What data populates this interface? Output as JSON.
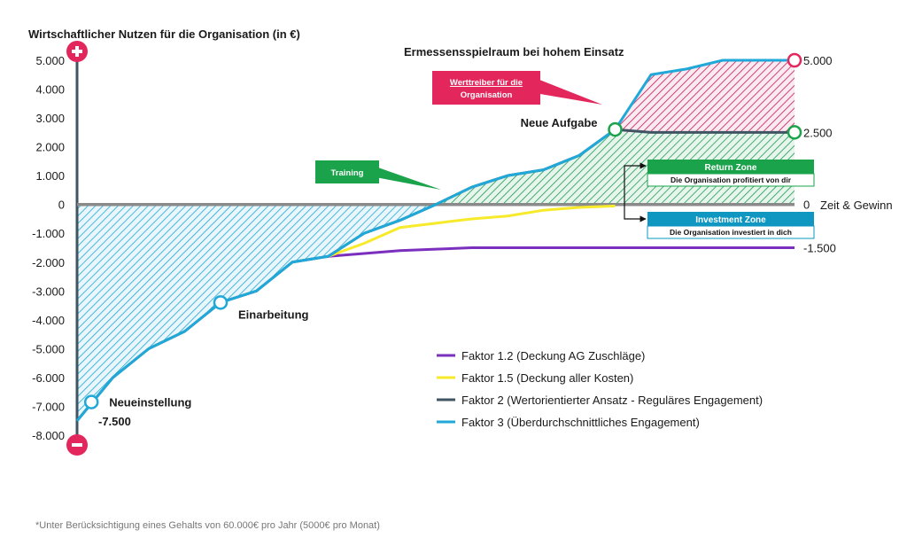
{
  "chart_data": {
    "type": "line",
    "ylabel": "Wirtschaftlicher Nutzen für die Organisation (in €)",
    "xlabel": "Zeit & Gewinn",
    "ylim": [
      -8000,
      5000
    ],
    "yticks": [
      5000,
      4000,
      3000,
      2000,
      1000,
      0,
      -1000,
      -2000,
      -3000,
      -4000,
      -5000,
      -6000,
      -7000,
      -8000
    ],
    "ytick_labels": [
      "5.000",
      "4.000",
      "3.000",
      "2.000",
      "1.000",
      "0",
      "-1.000",
      "-2.000",
      "-3.000",
      "-4.000",
      "-5.000",
      "-6.000",
      "-7.000",
      "-8.000"
    ],
    "x": [
      0,
      1,
      2,
      3,
      4,
      5,
      6,
      7,
      8,
      9,
      10,
      11,
      12,
      13,
      14,
      15,
      16,
      17,
      18,
      19,
      20
    ],
    "series": [
      {
        "name": "Faktor 3 (Überdurchschnittliches Engagement)",
        "color": "#1fa8d8",
        "values": [
          -7500,
          -6000,
          -5000,
          -4400,
          -3400,
          -3000,
          -2000,
          -1800,
          -1000,
          -550,
          0,
          600,
          1000,
          1200,
          1700,
          2600,
          4500,
          4700,
          5000,
          5000,
          5000
        ]
      },
      {
        "name": "Faktor 2 (Wertorientierter Ansatz - Reguläres Engagement)",
        "color": "#3f5563",
        "values": [
          -7500,
          -6000,
          -5000,
          -4400,
          -3400,
          -3000,
          -2000,
          -1800,
          -1000,
          -550,
          0,
          600,
          1000,
          1200,
          1700,
          2600,
          2500,
          2500,
          2500,
          2500,
          2500
        ]
      },
      {
        "name": "Faktor 1.5 (Deckung aller Kosten)",
        "color": "#f7ea2a",
        "values": [
          null,
          null,
          null,
          null,
          null,
          null,
          null,
          -1800,
          -1350,
          -800,
          -650,
          -500,
          -400,
          -200,
          -100,
          -50,
          null,
          null,
          null,
          null,
          null
        ]
      },
      {
        "name": "Faktor 1.2 (Deckung AG Zuschläge)",
        "color": "#7b2fbe",
        "values": [
          null,
          null,
          null,
          null,
          null,
          null,
          null,
          -1800,
          -1700,
          -1600,
          -1550,
          -1500,
          -1500,
          -1500,
          -1500,
          -1500,
          -1500,
          -1500,
          -1500,
          -1500,
          -1500
        ]
      },
      {
        "name": "",
        "color": "#8a8a8a",
        "values": [
          0,
          0,
          0,
          0,
          0,
          0,
          0,
          0,
          0,
          0,
          0,
          0,
          0,
          0,
          0,
          0,
          0,
          0,
          0,
          0,
          0
        ]
      }
    ],
    "right_labels": [
      {
        "text": "5.000",
        "y": 5000
      },
      {
        "text": "2.500",
        "y": 2500
      },
      {
        "text": "0",
        "y": 0
      },
      {
        "text": "-1.500",
        "y": -1500
      }
    ],
    "milestones": [
      {
        "text": "Neueinstellung",
        "x": 0.4,
        "y": -6850
      },
      {
        "text": "Einarbeitung",
        "x": 4.0,
        "y": -3400
      },
      {
        "text": "Neue Aufgabe",
        "x": 15.0,
        "y": 2600
      }
    ],
    "start_value_label": "-7.500",
    "annotations": {
      "ermessen": "Ermessensspielraum bei hohem Einsatz",
      "werttreiber": "Werttreiber für die Organisation",
      "training": "Training",
      "return_title": "Return Zone",
      "return_sub": "Die Organisation profitiert von dir",
      "invest_title": "Investment Zone",
      "invest_sub": "Die Organisation investiert in dich"
    },
    "legend_position": "bottom-right",
    "grid": false
  },
  "colors": {
    "invest_hatch": "#1fa8d8",
    "return_hatch": "#1d9d52",
    "werttreiber_hatch": "#c2185b",
    "werttreiber_box": "#e3265b",
    "green_box": "#1aa34a",
    "blue_box": "#0f97c2",
    "plus_minus": "#e3265b"
  },
  "footnote": "*Unter Berücksichtigung eines Gehalts von 60.000€ pro Jahr (5000€ pro Monat)"
}
